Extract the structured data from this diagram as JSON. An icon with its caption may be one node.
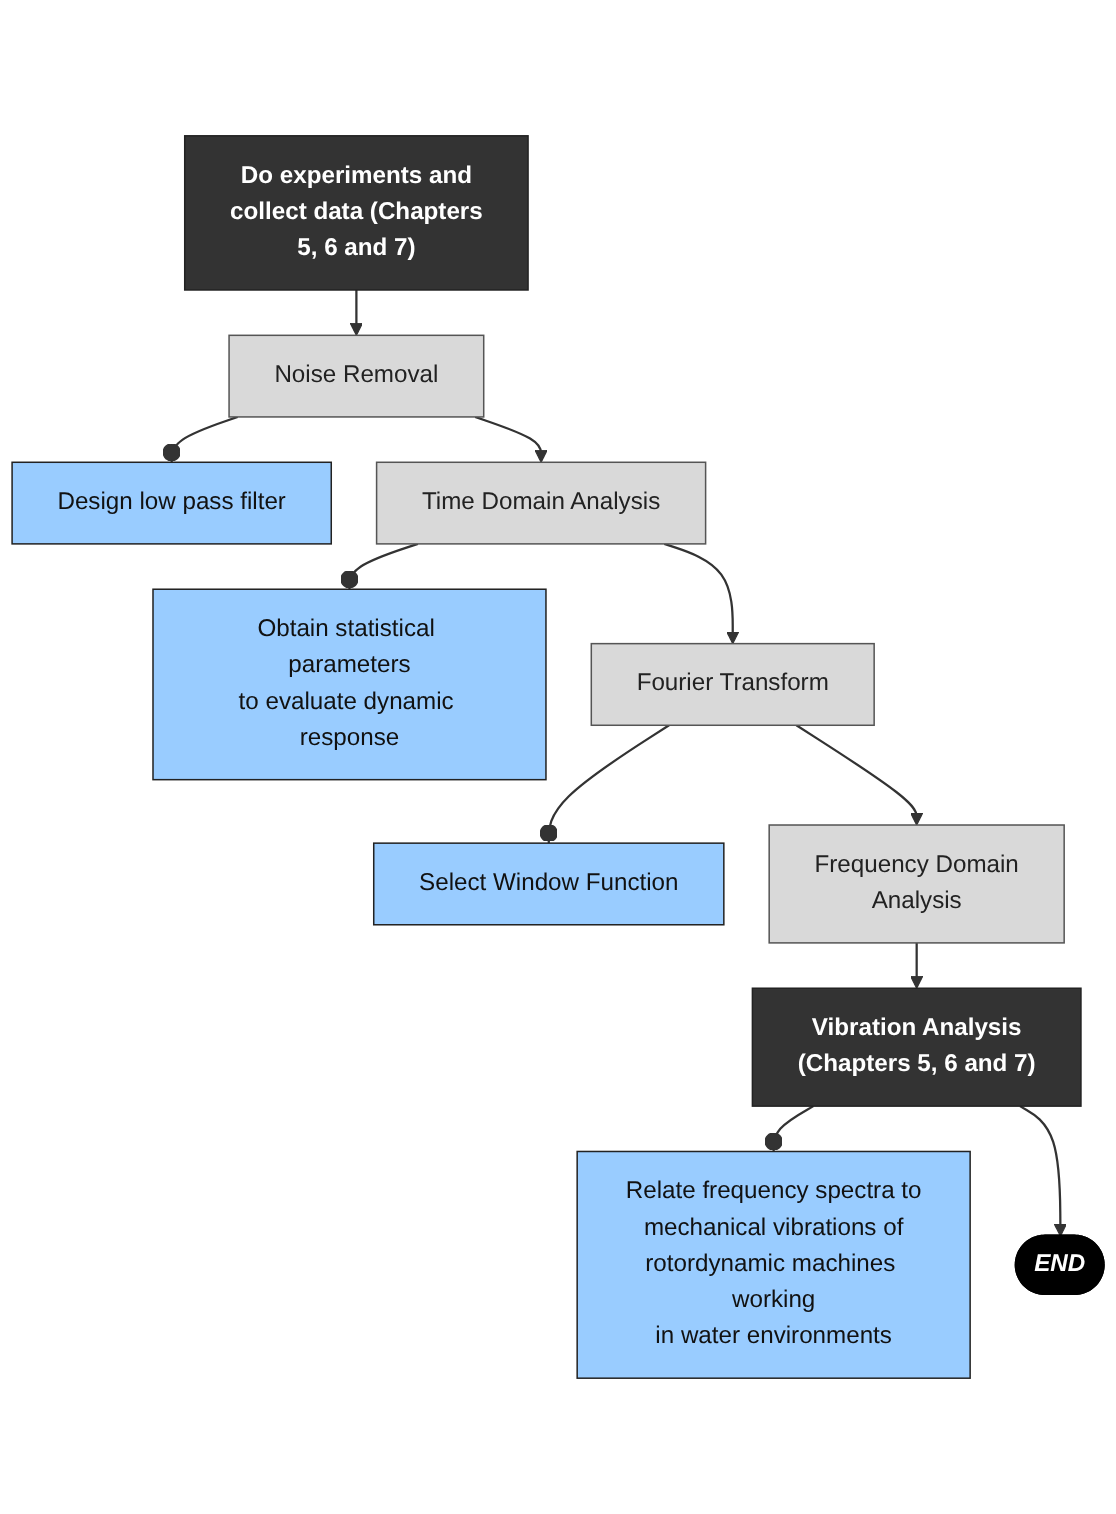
{
  "diagram": {
    "nodes": [
      {
        "text": [
          "Do experiments and collect data (Chapters 5, 6 and 7)"
        ]
      },
      {
        "text": [
          "Noise Removal"
        ]
      },
      {
        "text": [
          "Design low pass filter"
        ]
      },
      {
        "text": [
          "Time Domain Analysis"
        ]
      },
      {
        "text": [
          "Obtain statistical parameters to evaluate dynamic response"
        ]
      },
      {
        "text": [
          "Fourier Transform"
        ]
      },
      {
        "text": [
          "Select Window Function"
        ]
      },
      {
        "text": [
          "Frequency Domain Analysis"
        ]
      },
      {
        "text": [
          "Vibration Analysis (Chapters 5, 6 and 7)"
        ]
      },
      {
        "text": [
          "Relate frequency spectra to mechanical vibrations of rotordynamic machines working in water environments"
        ]
      },
      {
        "text": [
          "END"
        ]
      }
    ],
    "edges": [
      {
        "from": 0,
        "to": 1,
        "arrow": "to"
      },
      {
        "from": 1,
        "to": 2,
        "arrow": "other"
      },
      {
        "from": 1,
        "to": 3,
        "arrow": "to"
      },
      {
        "from": 3,
        "to": 4,
        "arrow": "other"
      },
      {
        "from": 3,
        "to": 5,
        "arrow": "to"
      },
      {
        "from": 5,
        "to": 6,
        "arrow": "other"
      },
      {
        "from": 5,
        "to": 7,
        "arrow": "to"
      },
      {
        "from": 7,
        "to": 8,
        "arrow": "to"
      },
      {
        "from": 8,
        "to": 9,
        "arrow": "other"
      },
      {
        "from": 8,
        "to": 10,
        "arrow": "to"
      }
    ]
  }
}
